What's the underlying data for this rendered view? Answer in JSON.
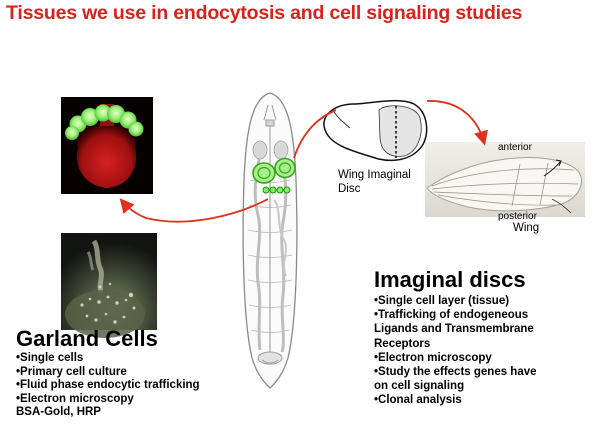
{
  "title": "Tissues we use in endocytosis and cell signaling studies",
  "garland": {
    "heading": "Garland Cells",
    "items": [
      "•Single cells",
      "•Primary cell culture",
      "•Fluid phase endocytic trafficking",
      "•Electron microscopy",
      " BSA-Gold, HRP"
    ]
  },
  "imaginal": {
    "heading": "Imaginal discs",
    "items": [
      "•Single cell layer (tissue)",
      "•Trafficking of endogeneous",
      " Ligands and Transmembrane",
      " Receptors",
      "•Electron microscopy",
      "•Study the effects genes have",
      " on cell signaling",
      "•Clonal analysis"
    ]
  },
  "wing_disc": {
    "line1": "Wing Imaginal",
    "line2": "Disc"
  },
  "wing": {
    "anterior": "anterior",
    "posterior": "posterior",
    "label": "Wing"
  },
  "colors": {
    "title": "#d9221c",
    "arrow": "#e0301e",
    "fluorescence_green": "#7cf25c",
    "fluorescence_red": "#c01818"
  },
  "icons": [
    "larva-illustration",
    "wing-photo",
    "wing-disc-drawing",
    "garland-fluorescence-image",
    "garland-microscopy-image"
  ]
}
